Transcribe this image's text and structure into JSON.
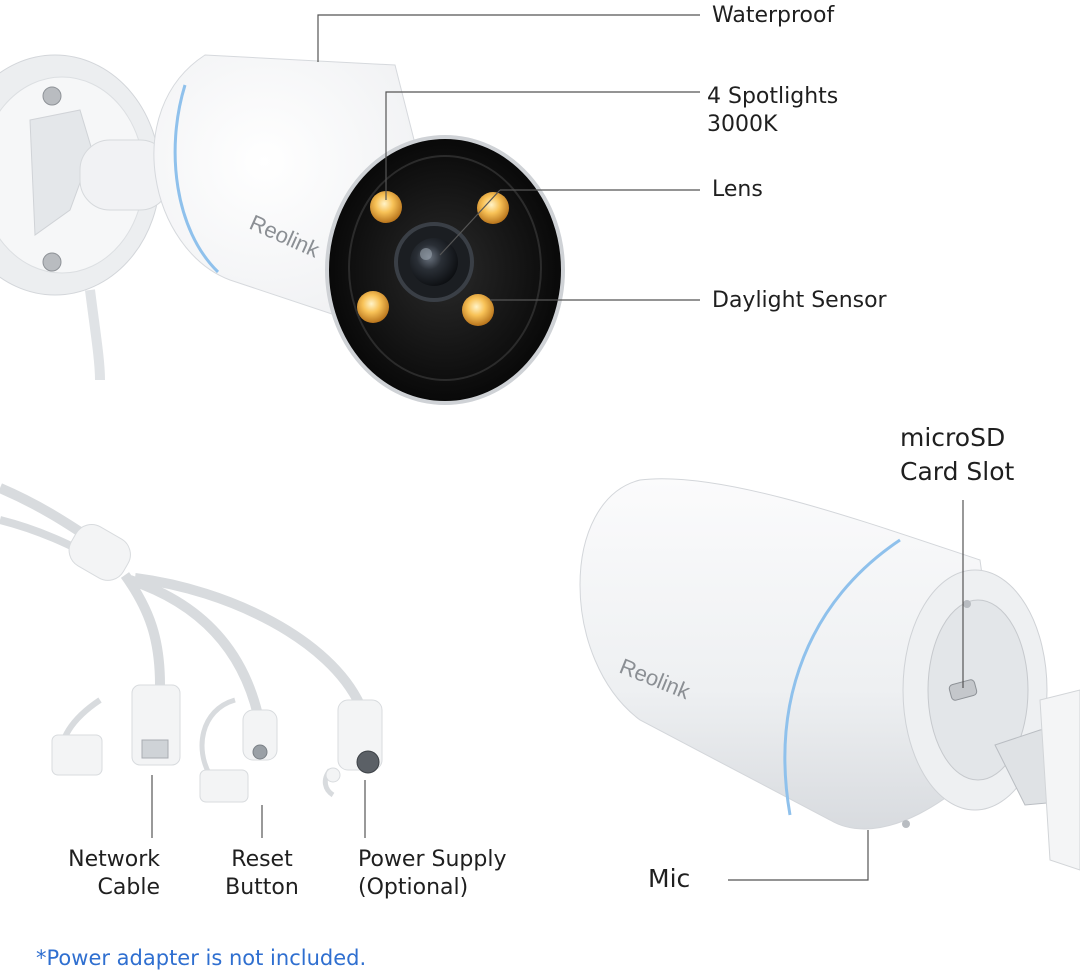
{
  "brand": "Reolink",
  "callouts": {
    "waterproof": "Waterproof",
    "spotlights": [
      "4 Spotlights",
      "3000K"
    ],
    "lens": "Lens",
    "daylight_sensor": "Daylight Sensor",
    "microsd": [
      "microSD",
      "Card Slot"
    ],
    "mic": "Mic",
    "network_cable": [
      "Network",
      "Cable"
    ],
    "reset_button": [
      "Reset",
      "Button"
    ],
    "power_supply": [
      "Power Supply",
      "(Optional)"
    ]
  },
  "footnote": "*Power adapter is not included.",
  "colors": {
    "accent_ring": "#8fc1ec",
    "led_glow": "#f5b642",
    "footnote": "#2f6fd0",
    "lens_bezel": "#111111"
  }
}
